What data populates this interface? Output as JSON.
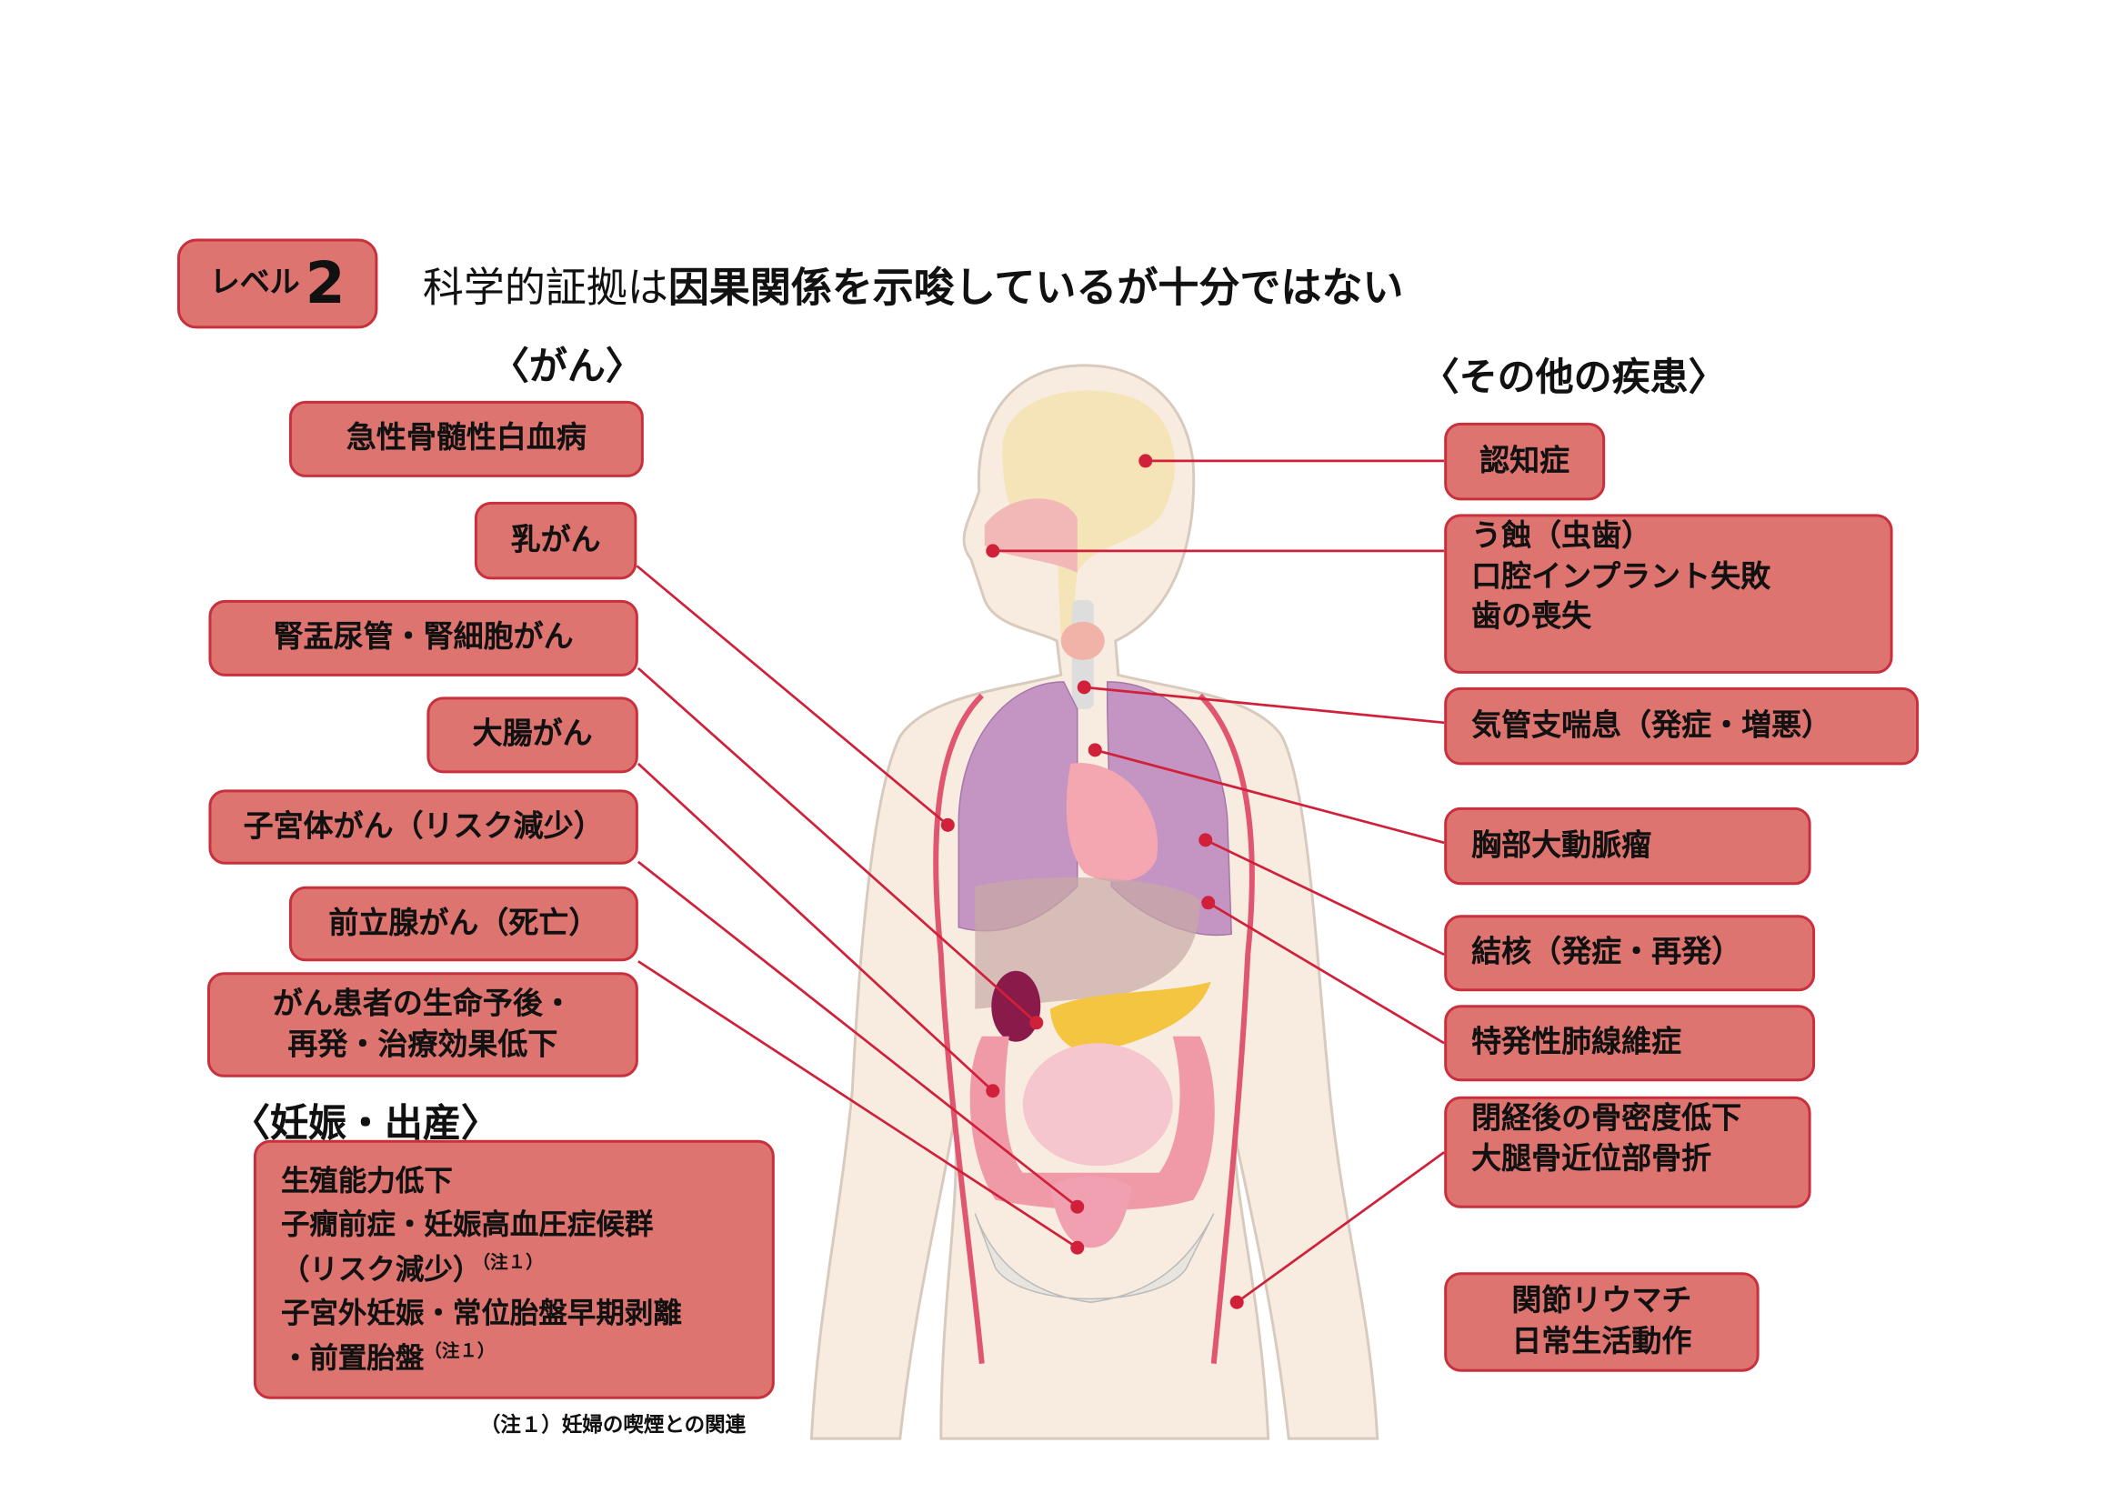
{
  "header": {
    "level_label": "レベル",
    "level_number": "2",
    "title_normal": "科学的証拠は",
    "title_bold": "因果関係を示唆しているが十分ではない"
  },
  "sections": {
    "cancer": "〈がん〉",
    "pregnancy": "〈妊娠・出産〉",
    "other": "〈その他の疾患〉"
  },
  "cancer_items": [
    "急性骨髄性白血病",
    "乳がん",
    "腎盂尿管・腎細胞がん",
    "大腸がん",
    "子宮体がん（リスク減少）",
    "前立腺がん（死亡）",
    "がん患者の生命予後・",
    "再発・治療効果低下"
  ],
  "pregnancy_items": {
    "line1": "生殖能力低下",
    "line2": "子癇前症・妊娠高血圧症候群",
    "line3": "（リスク減少）",
    "line4": "子宮外妊娠・常位胎盤早期剥離",
    "line5": "・前置胎盤",
    "note_mark": "（注１）"
  },
  "footnote": "（注１）妊婦の喫煙との関連",
  "other_items": [
    "認知症",
    "う蝕（虫歯）",
    "口腔インプラント失敗",
    "歯の喪失",
    "気管支喘息（発症・増悪）",
    "胸部大動脈瘤",
    "結核（発症・再発）",
    "特発性肺線維症",
    "閉経後の骨密度低下",
    "大腿骨近位部骨折",
    "関節リウマチ",
    "日常生活動作"
  ],
  "colors": {
    "box_fill": "#de7470",
    "box_border": "#c9303e",
    "leader_line": "#d0203a"
  }
}
